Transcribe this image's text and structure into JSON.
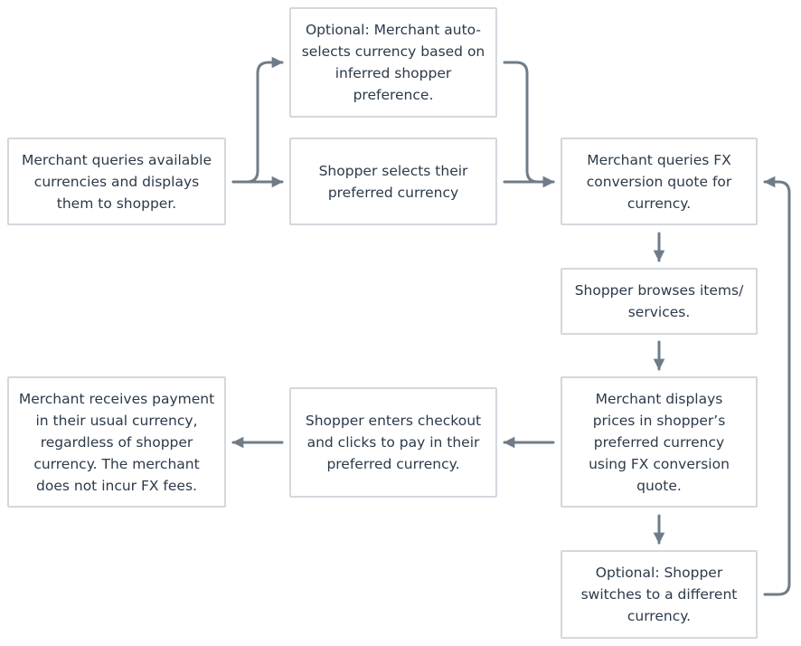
{
  "colors": {
    "box_border": "#d3d8dd",
    "text": "#2b3a4a",
    "arrow": "#6f7c88"
  },
  "nodes": {
    "merchant_queries_currencies": "Merchant queries available\ncurrencies and displays\nthem to shopper.",
    "merchant_auto_selects": "Optional: Merchant auto-\nselects currency based on\ninferred shopper\npreference.",
    "shopper_selects_currency": "Shopper selects their\npreferred currency",
    "merchant_queries_fx": "Merchant queries FX\nconversion quote for\ncurrency.",
    "shopper_browses": "Shopper browses items/\nservices.",
    "merchant_displays_prices": "Merchant displays\nprices in shopper’s\npreferred currency\nusing FX conversion\nquote.",
    "shopper_enters_checkout": "Shopper enters checkout\nand clicks to pay in their\npreferred currency.",
    "merchant_receives_payment": "Merchant receives payment\nin their usual currency,\nregardless of shopper\ncurrency. The merchant\ndoes not incur FX fees.",
    "shopper_switches_currency": "Optional: Shopper\nswitches to a different\ncurrency."
  }
}
